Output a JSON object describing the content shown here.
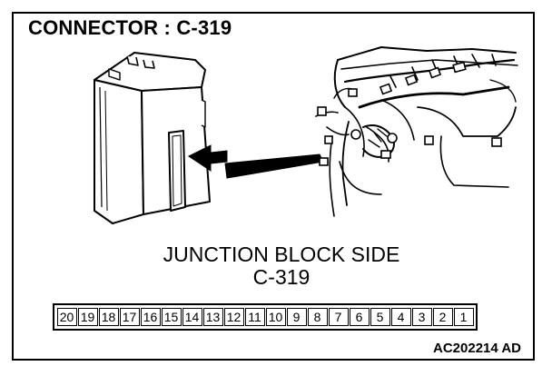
{
  "title": "CONNECTOR : C-319",
  "side_label": "JUNCTION BLOCK SIDE",
  "connector_id": "C-319",
  "pins": [
    "20",
    "19",
    "18",
    "17",
    "16",
    "15",
    "14",
    "13",
    "12",
    "11",
    "10",
    "9",
    "8",
    "7",
    "6",
    "5",
    "4",
    "3",
    "2",
    "1"
  ],
  "figure_code": "AC202214 AD"
}
